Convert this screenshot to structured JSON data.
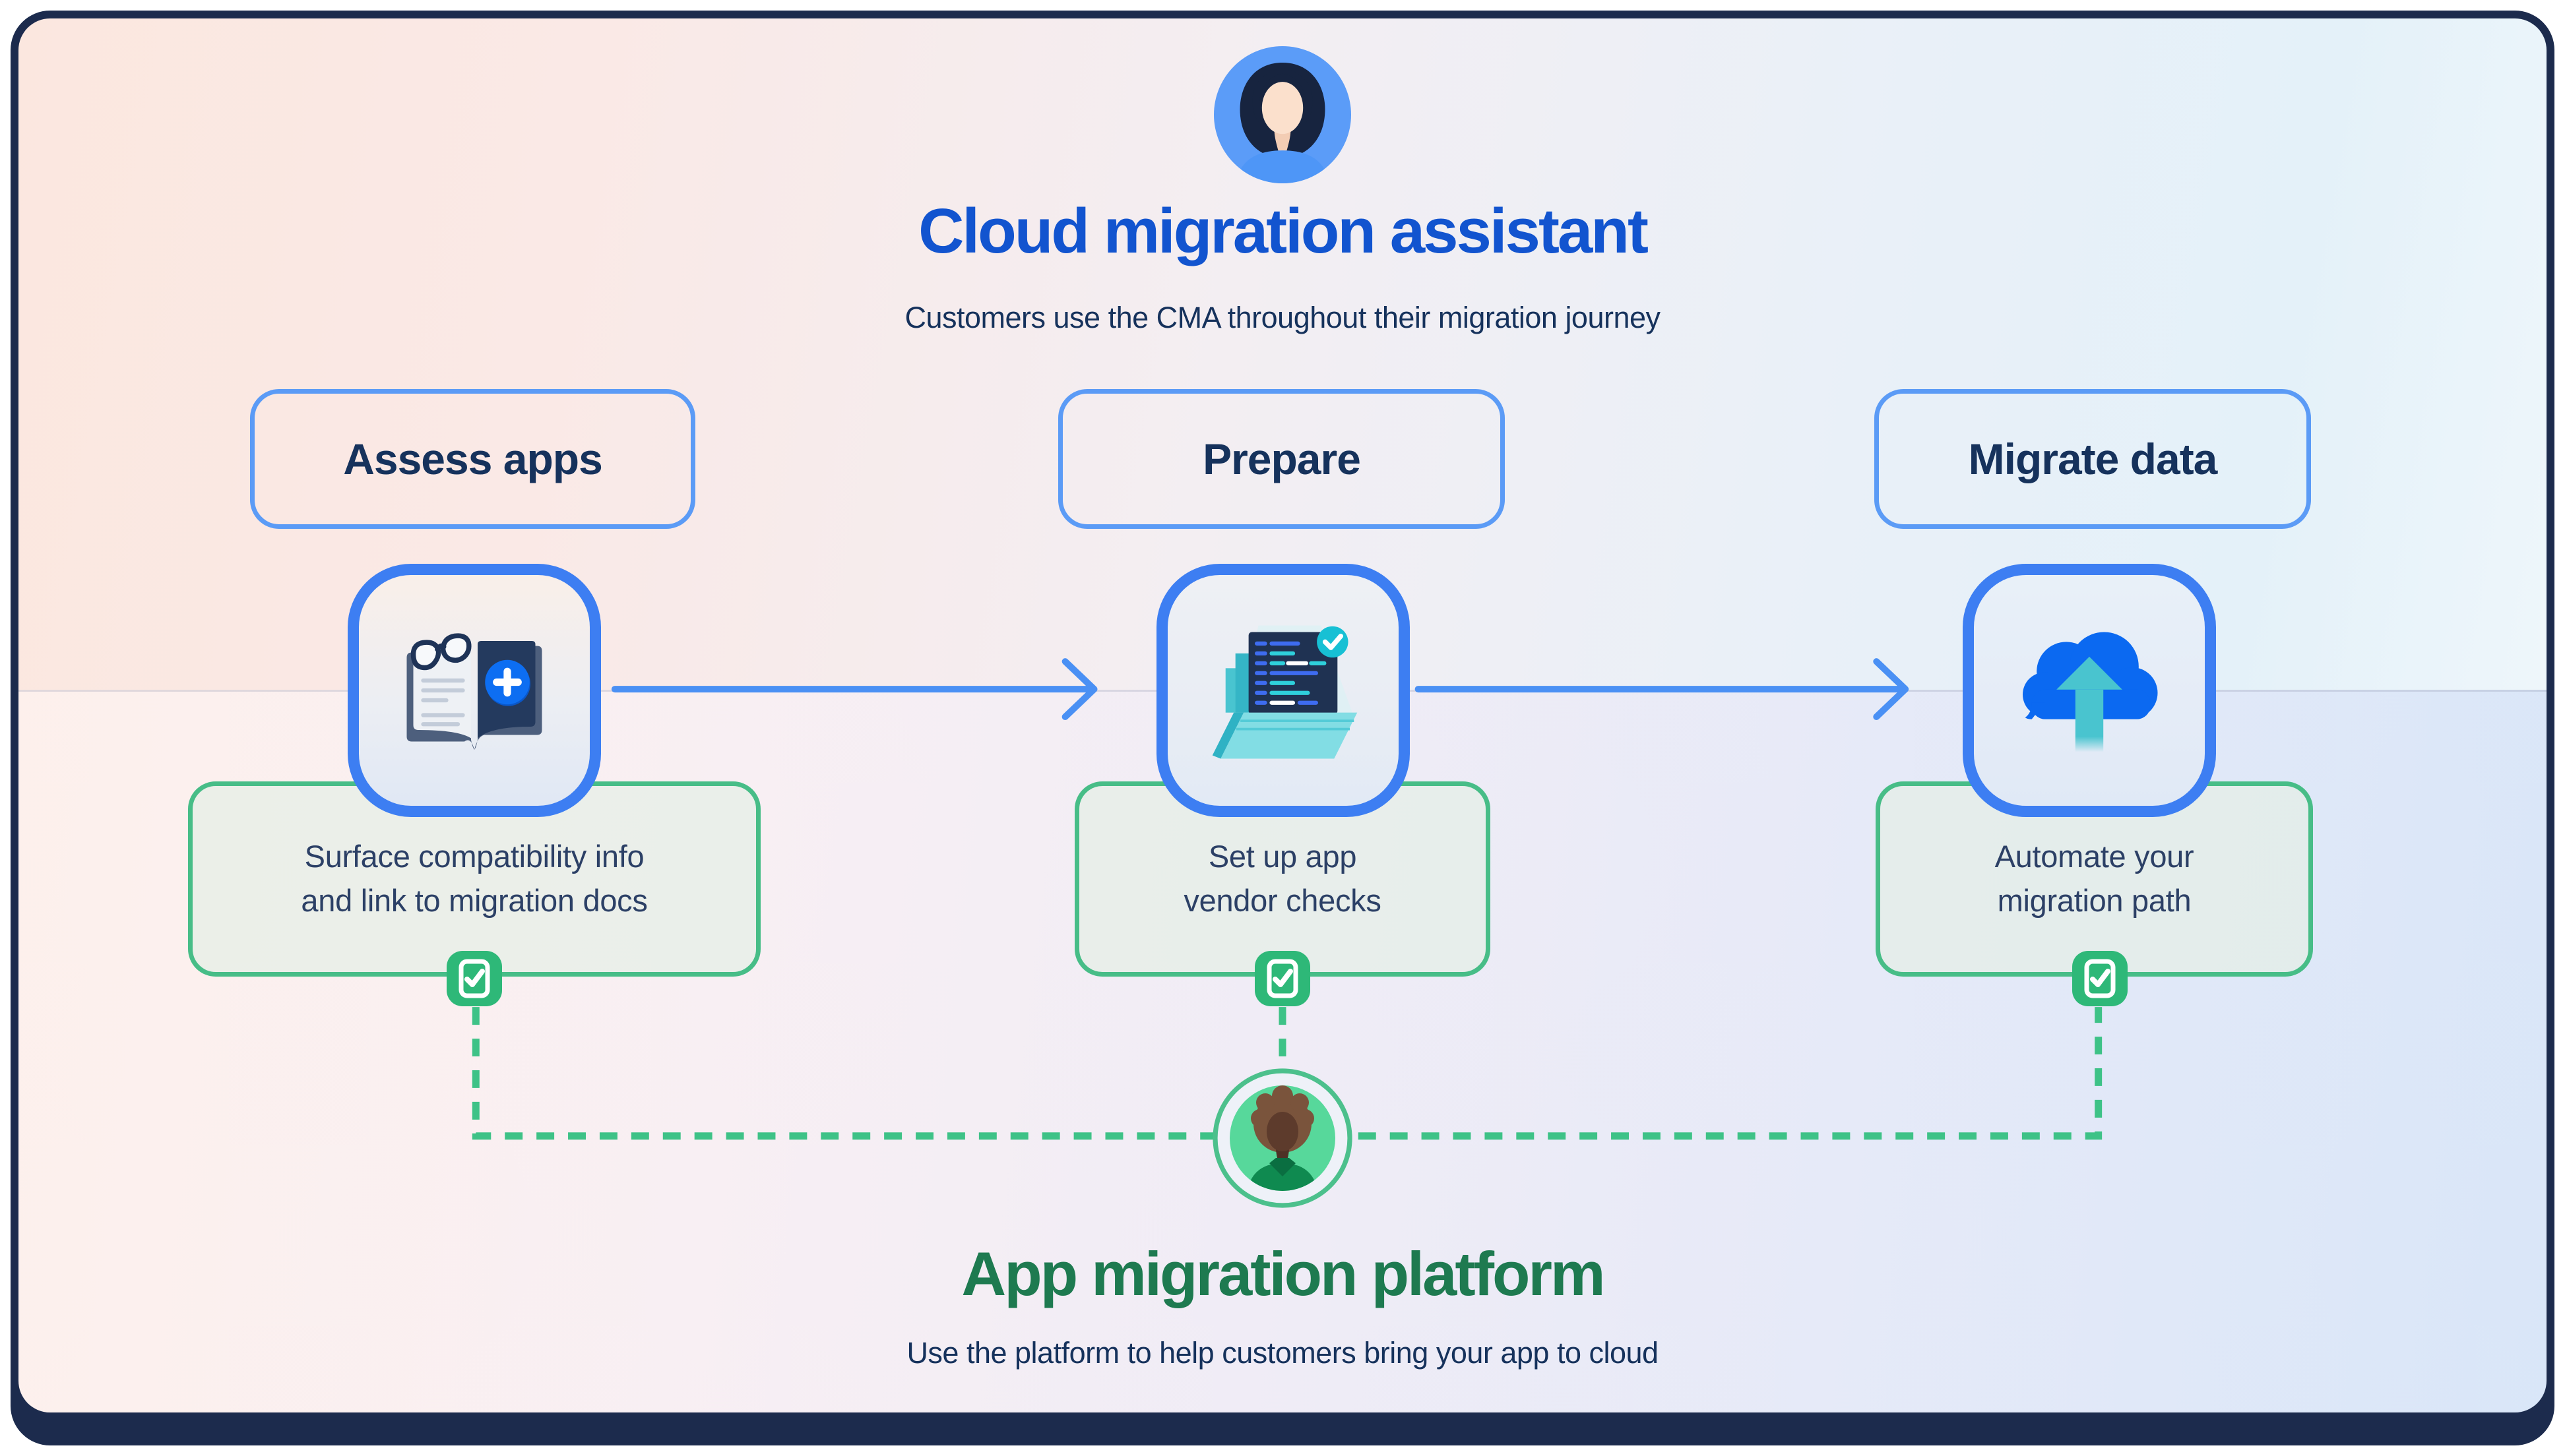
{
  "header": {
    "title": "Cloud migration assistant",
    "subtitle": "Customers use the CMA throughout their migration journey"
  },
  "stages": [
    {
      "label": "Assess apps",
      "icon": "open-book-add-icon",
      "description_line1": "Surface compatibility info",
      "description_line2": "and link to migration docs"
    },
    {
      "label": "Prepare",
      "icon": "folder-code-check-icon",
      "description_line1": "Set up app",
      "description_line2": "vendor checks"
    },
    {
      "label": "Migrate data",
      "icon": "cloud-upload-icon",
      "description_line1": "Automate your",
      "description_line2": "migration path"
    }
  ],
  "footer": {
    "title": "App migration platform",
    "subtitle": "Use the platform to help customers bring your app to cloud"
  },
  "colors": {
    "title_blue": "#1254cf",
    "navy_text": "#16325c",
    "frame_navy": "#1c2b4d",
    "stage_border_blue": "#5b9bf6",
    "squircle_border_blue": "#3d7ef2",
    "arrow_blue": "#4a90f4",
    "green_border": "#47bd87",
    "badge_green": "#2eb878",
    "dash_green": "#3ec287",
    "footer_green": "#1e7a50",
    "avatar_blue": "#5b9cf8",
    "avatar_mint": "#57d89b"
  }
}
